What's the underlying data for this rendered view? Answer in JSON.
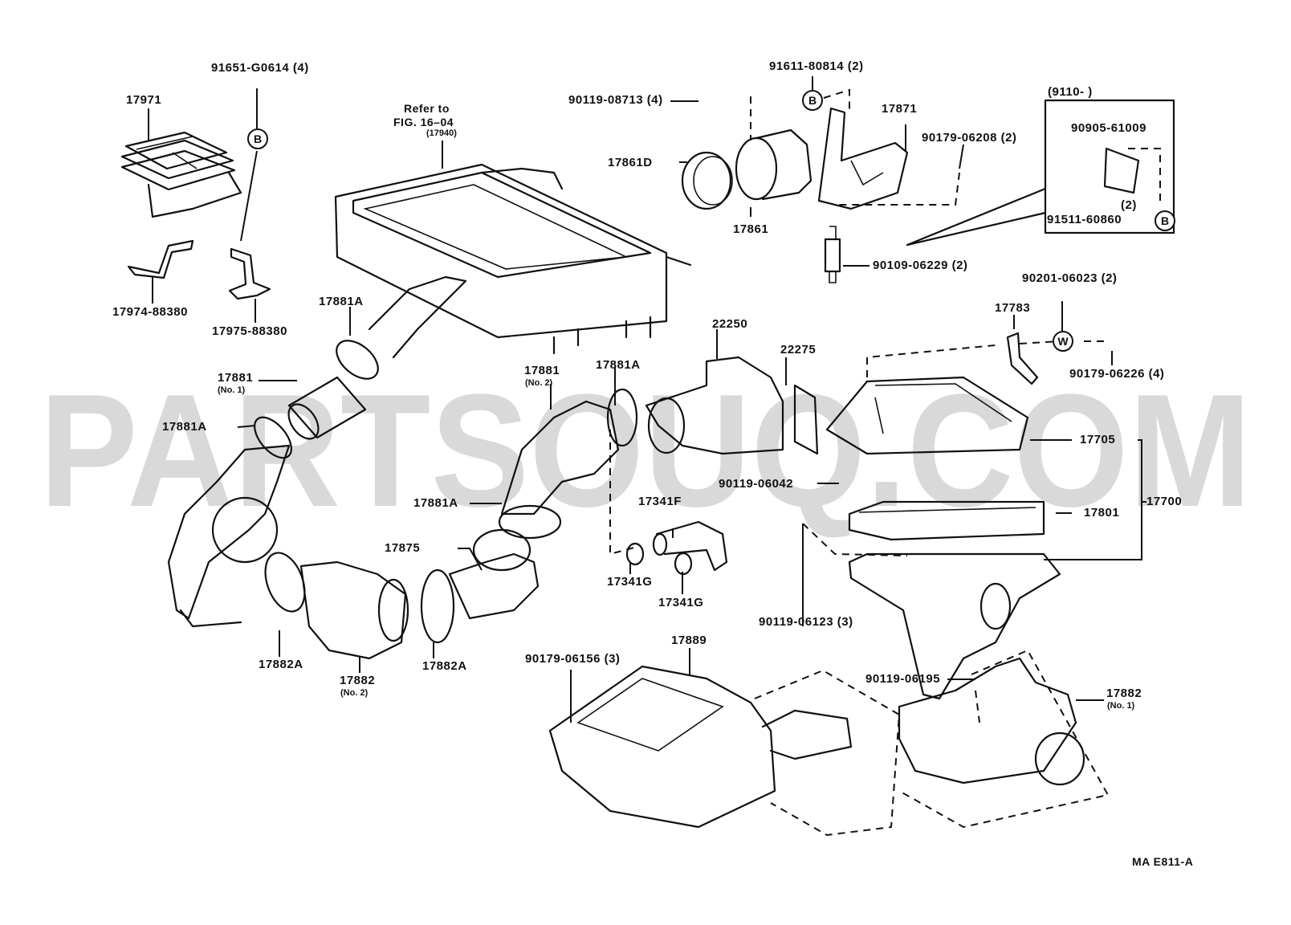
{
  "diagram": {
    "figure_code": "MA E811-A",
    "watermark": "PARTSOUQ.COM",
    "reference_note": {
      "line1": "Refer to",
      "line2": "FIG. 16–04",
      "line3": "(17940)"
    },
    "inset_box_title": "(9110-        )",
    "markers": {
      "B": "B",
      "W": "W"
    },
    "labels": {
      "p91651": "91651-G0614 (4)",
      "p17971": "17971",
      "p17974": "17974-88380",
      "p17975": "17975-88380",
      "p90119_08713": "90119-08713 (4)",
      "p91611": "91611-80814 (2)",
      "p17871": "17871",
      "p17861D": "17861D",
      "p17861": "17861",
      "p90179_06208": "90179-06208 (2)",
      "p90905": "90905-61009",
      "p90905_qty": "(2)",
      "p91511": "91511-60860",
      "p90109": "90109-06229 (2)",
      "p90201": "90201-06023 (2)",
      "p17783": "17783",
      "p90179_06226": "90179-06226 (4)",
      "p17705": "17705",
      "p17801": "17801",
      "p17700": "17700",
      "p22250": "22250",
      "p22275": "22275",
      "p90119_06042": "90119-06042",
      "p17881A_1": "17881A",
      "p17881_1": "17881",
      "p17881_1_sub": "(No. 1)",
      "p17881A_2": "17881A",
      "p17881_2": "17881",
      "p17881_2_sub": "(No. 2)",
      "p17881A_3": "17881A",
      "p17881A_4": "17881A",
      "p17875": "17875",
      "p17341F": "17341F",
      "p17341G_1": "17341G",
      "p17341G_2": "17341G",
      "p17882A_1": "17882A",
      "p17882A_2": "17882A",
      "p17882_2": "17882",
      "p17882_2_sub": "(No. 2)",
      "p90119_06123": "90119-06123 (3)",
      "p90179_06156": "90179-06156 (3)",
      "p17889": "17889",
      "p90119_06195": "90119-06195",
      "p17882_1": "17882",
      "p17882_1_sub": "(No. 1)"
    }
  }
}
